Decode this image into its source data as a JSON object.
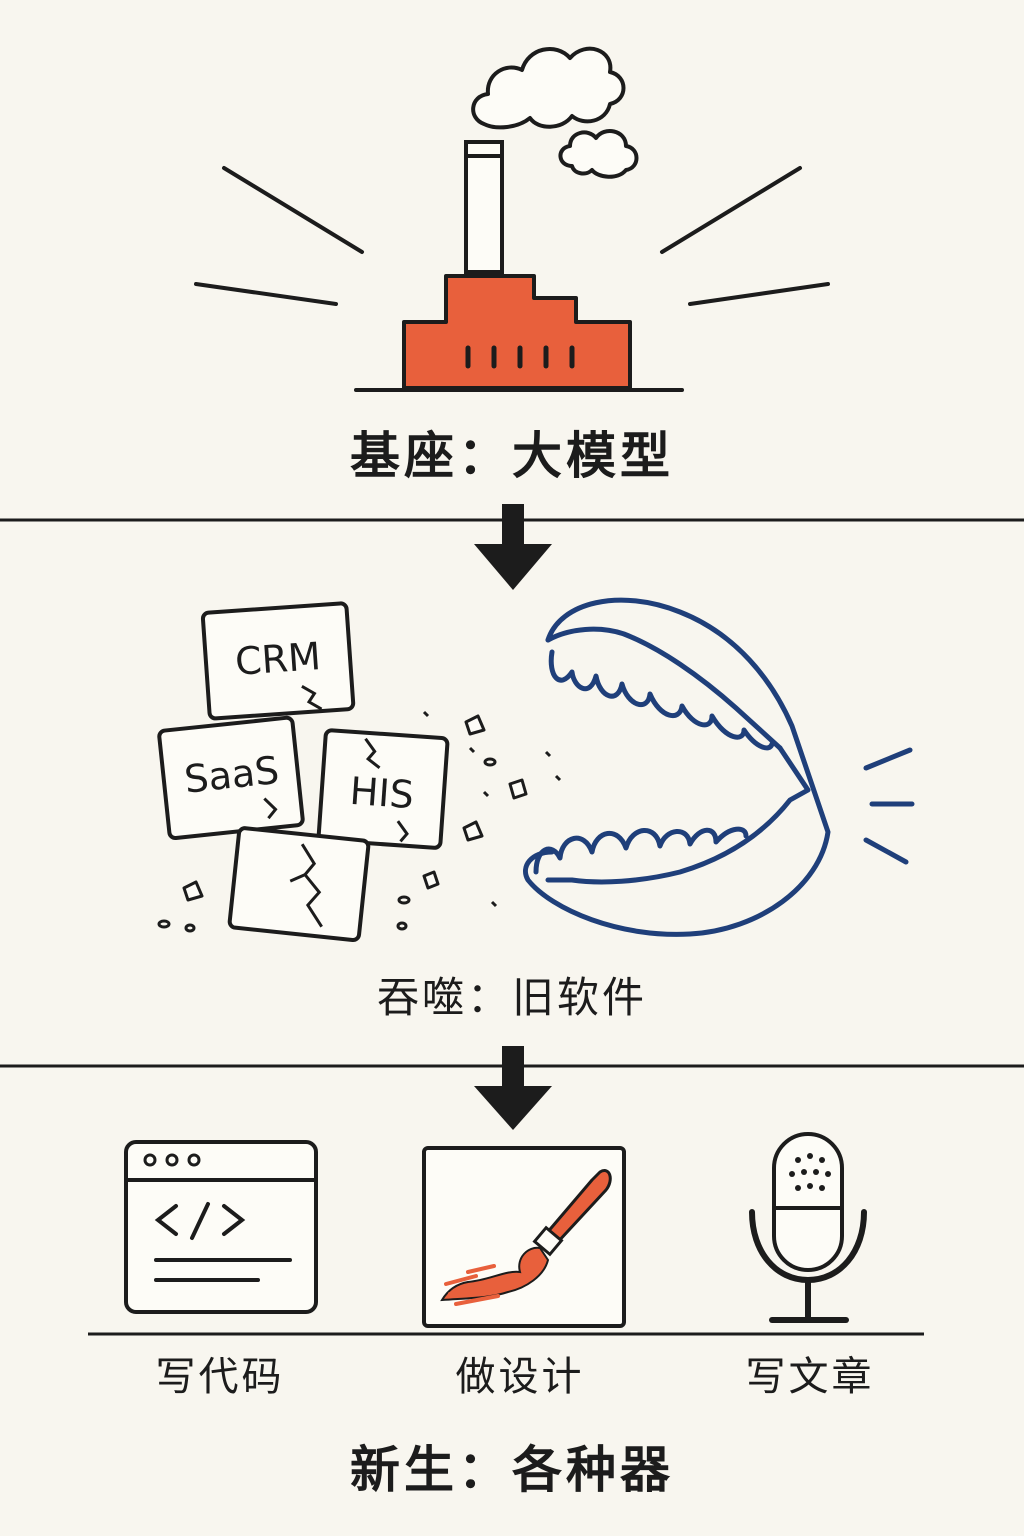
{
  "colors": {
    "background": "#f8f6ef",
    "ink": "#1c1c1c",
    "factory_red": "#e8603c",
    "mouth_blue": "#1f3f7a",
    "brush_orange": "#e8603c"
  },
  "stages": {
    "foundation": {
      "caption": "基座：大模型",
      "icon": "factory-icon"
    },
    "devour": {
      "caption": "吞噬：旧软件",
      "icon": "mouth-icon",
      "cards": [
        "CRM",
        "SaaS",
        "HIS",
        ""
      ]
    },
    "rebirth": {
      "caption": "新生：各种器",
      "tools": [
        {
          "label": "写代码",
          "icon": "code-window-icon"
        },
        {
          "label": "做设计",
          "icon": "paintbrush-icon"
        },
        {
          "label": "写文章",
          "icon": "microphone-icon"
        }
      ]
    }
  }
}
